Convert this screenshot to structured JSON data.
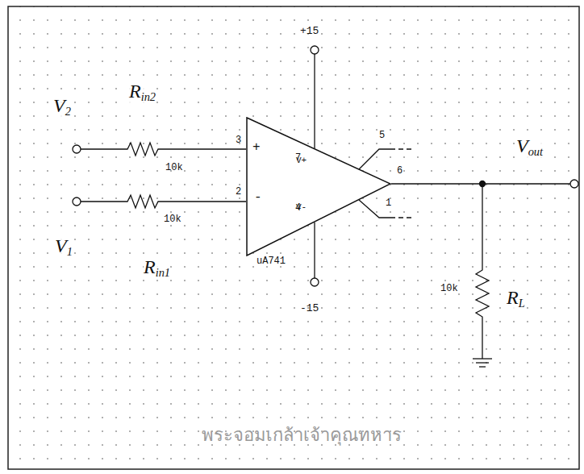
{
  "diagram": {
    "nodes": [
      {
        "text": [
          "+",
          "-",
          "V+",
          "V-"
        ]
      }
    ],
    "labels": [
      "+15",
      "V2",
      "Rin2",
      "3",
      "7",
      "5",
      "10k",
      "Vout",
      "6",
      "V1",
      "Rin1",
      "2",
      "10k",
      "1",
      "4",
      "uA741",
      "-15",
      "10k",
      "RL",
      "พระจอมเกล้าเจ้าคุณทหาร"
    ]
  }
}
